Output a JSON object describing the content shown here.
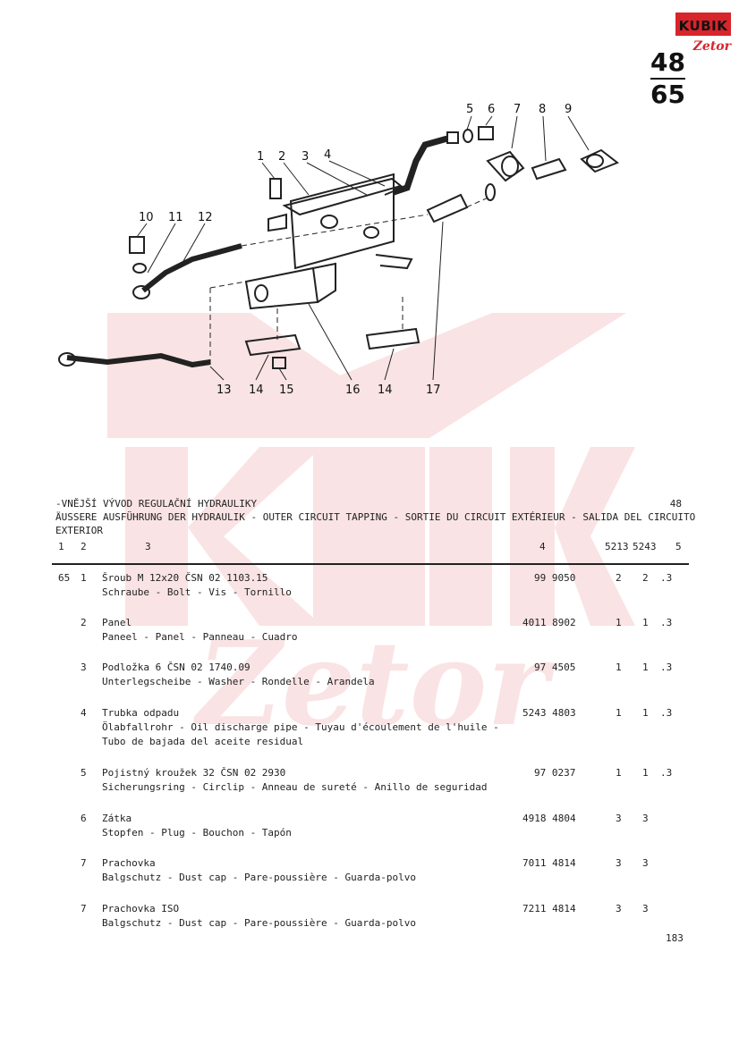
{
  "logo": {
    "brand": "KUBIK",
    "sub": "Zetor"
  },
  "page_number": {
    "top": "48",
    "bottom": "65"
  },
  "diagram_labels": [
    "1",
    "2",
    "3",
    "4",
    "5",
    "6",
    "7",
    "8",
    "9",
    "10",
    "11",
    "12",
    "13",
    "14",
    "15",
    "16",
    "14",
    "17"
  ],
  "header": {
    "line1": "-VNĚJŠÍ VÝVOD REGULAČNÍ HYDRAULIKY",
    "line2": "ÄUSSERE AUSFÜHRUNG DER HYDRAULIK - OUTER CIRCUIT TAPPING - SORTIE DU CIRCUIT EXTÉRIEUR - SALIDA DEL CIRCUITO",
    "line3": "EXTERIOR",
    "page_ref": "48"
  },
  "columns": [
    "1",
    "2",
    "3",
    "4",
    "5213",
    "5243",
    "5"
  ],
  "items": [
    {
      "group": "65",
      "pos": "1",
      "desc1": "Šroub M 12x20 ČSN 02 1103.15",
      "desc2": "Schraube - Bolt - Vis - Tornillo",
      "desc3": "",
      "part": "99 9050",
      "q1": "2",
      "q2": "2",
      "note": ".3"
    },
    {
      "group": "",
      "pos": "2",
      "desc1": "Panel",
      "desc2": "Paneel - Panel - Panneau - Cuadro",
      "desc3": "",
      "part": "4011 8902",
      "q1": "1",
      "q2": "1",
      "note": ".3"
    },
    {
      "group": "",
      "pos": "3",
      "desc1": "Podložka 6 ČSN 02 1740.09",
      "desc2": "Unterlegscheibe - Washer - Rondelle - Arandela",
      "desc3": "",
      "part": "97 4505",
      "q1": "1",
      "q2": "1",
      "note": ".3"
    },
    {
      "group": "",
      "pos": "4",
      "desc1": "Trubka odpadu",
      "desc2": "Ölabfallrohr - Oil discharge pipe - Tuyau d'écoulement de l'huile -",
      "desc3": "Tubo de bajada del aceite residual",
      "part": "5243 4803",
      "q1": "1",
      "q2": "1",
      "note": ".3"
    },
    {
      "group": "",
      "pos": "5",
      "desc1": "Pojistný kroužek 32 ČSN 02 2930",
      "desc2": "Sicherungsring - Circlip - Anneau de sureté - Anillo de seguridad",
      "desc3": "",
      "part": "97 0237",
      "q1": "1",
      "q2": "1",
      "note": ".3"
    },
    {
      "group": "",
      "pos": "6",
      "desc1": "Zátka",
      "desc2": "Stopfen - Plug - Bouchon - Tapón",
      "desc3": "",
      "part": "4918 4804",
      "q1": "3",
      "q2": "3",
      "note": ""
    },
    {
      "group": "",
      "pos": "7",
      "desc1": "Prachovka",
      "desc2": "Balgschutz - Dust cap - Pare-poussière - Guarda-polvo",
      "desc3": "",
      "part": "7011 4814",
      "q1": "3",
      "q2": "3",
      "note": ""
    },
    {
      "group": "",
      "pos": "7",
      "desc1": "Prachovka ISO",
      "desc2": "Balgschutz - Dust cap - Pare-poussière - Guarda-polvo",
      "desc3": "",
      "part": "7211 4814",
      "q1": "3",
      "q2": "3",
      "note": ""
    }
  ],
  "footer_page": "183"
}
